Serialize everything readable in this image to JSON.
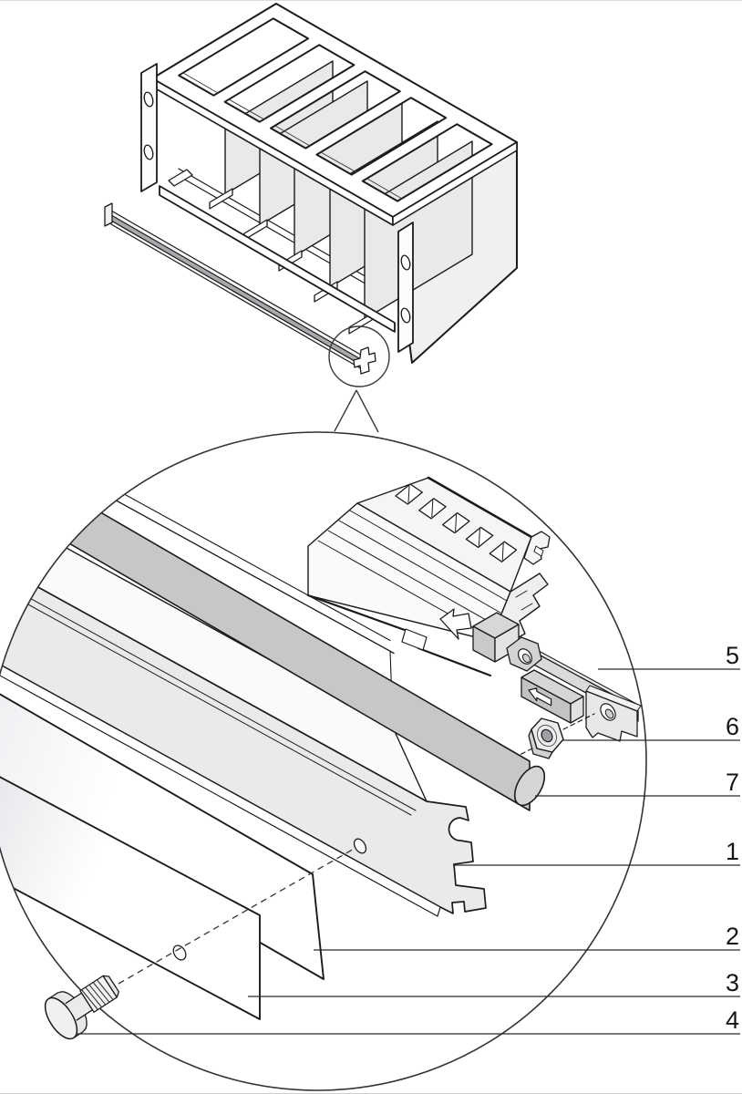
{
  "figure": {
    "kind": "exploded-assembly-technical-illustration",
    "callouts": [
      {
        "label": "5"
      },
      {
        "label": "6"
      },
      {
        "label": "7"
      },
      {
        "label": "1"
      },
      {
        "label": "2"
      },
      {
        "label": "3"
      },
      {
        "label": "4"
      }
    ],
    "colors": {
      "line": "#1b1b1b",
      "face_light": "#ececee",
      "face_mid": "#d5d5d7",
      "rod_gray": "#c7c7ca",
      "rail_stripe": "#a8a8ac",
      "background": "#ffffff"
    }
  }
}
